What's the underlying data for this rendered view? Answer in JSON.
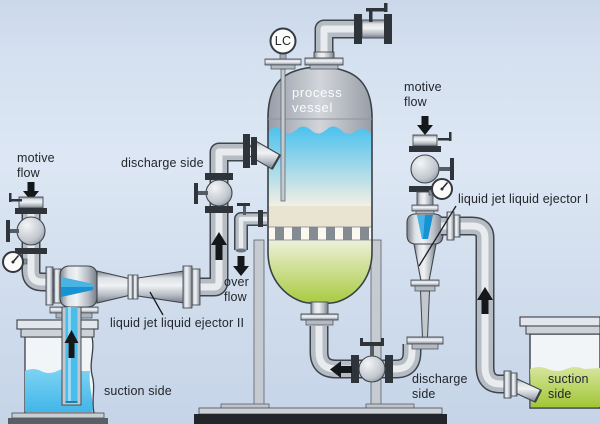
{
  "labels": {
    "motive_flow_left": {
      "line1": "motive",
      "line2": "flow"
    },
    "motive_flow_right": {
      "line1": "motive",
      "line2": "flow"
    },
    "discharge_side_top": "discharge side",
    "discharge_side_bottom": {
      "line1": "discharge",
      "line2": "side"
    },
    "suction_side_left": "suction side",
    "suction_side_right": {
      "line1": "suction",
      "line2": "side"
    },
    "overflow": {
      "line1": "over",
      "line2": "flow"
    },
    "ejector_i": "liquid jet liquid ejector I",
    "ejector_ii": "liquid jet liquid ejector II",
    "process_vessel": {
      "line1": "process",
      "line2": "vessel"
    },
    "level_controller": "LC"
  },
  "colors": {
    "background_top": "#d5e1f0",
    "background_bottom": "#c6d4e8",
    "liquid_blue": "#4ac1ef",
    "liquid_green": "#a6ca3b",
    "nozzle_blue": "#1792d2",
    "vessel_gray": "#9aa0a9",
    "pipe_gray": "#c6cbd1",
    "flange_dark": "#2f343b",
    "arrow_black": "#15181b"
  },
  "instruments": {
    "level_controller_tag": "LC",
    "pressure_gauge_count": 2
  },
  "flow_arrows": [
    {
      "name": "motive-left",
      "direction": "down"
    },
    {
      "name": "motive-right",
      "direction": "down"
    },
    {
      "name": "discharge-riser",
      "direction": "up"
    },
    {
      "name": "overflow",
      "direction": "down"
    },
    {
      "name": "suction-left",
      "direction": "up"
    },
    {
      "name": "suction-right",
      "direction": "up"
    },
    {
      "name": "vessel-bottom-inlet",
      "direction": "left"
    }
  ]
}
